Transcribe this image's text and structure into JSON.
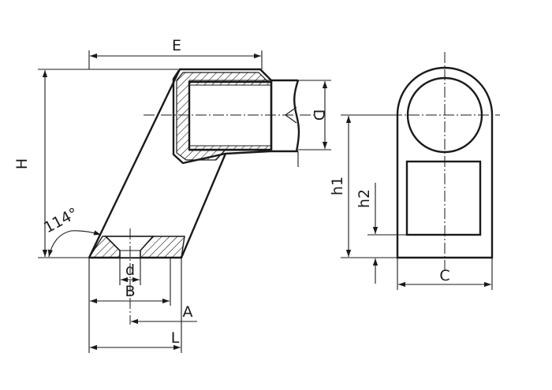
{
  "labels": {
    "E": "E",
    "H": "H",
    "D": "D",
    "angle": "114°",
    "d": "d",
    "B": "B",
    "A": "A",
    "L": "L",
    "h1": "h1",
    "h2": "h2",
    "C": "C"
  }
}
